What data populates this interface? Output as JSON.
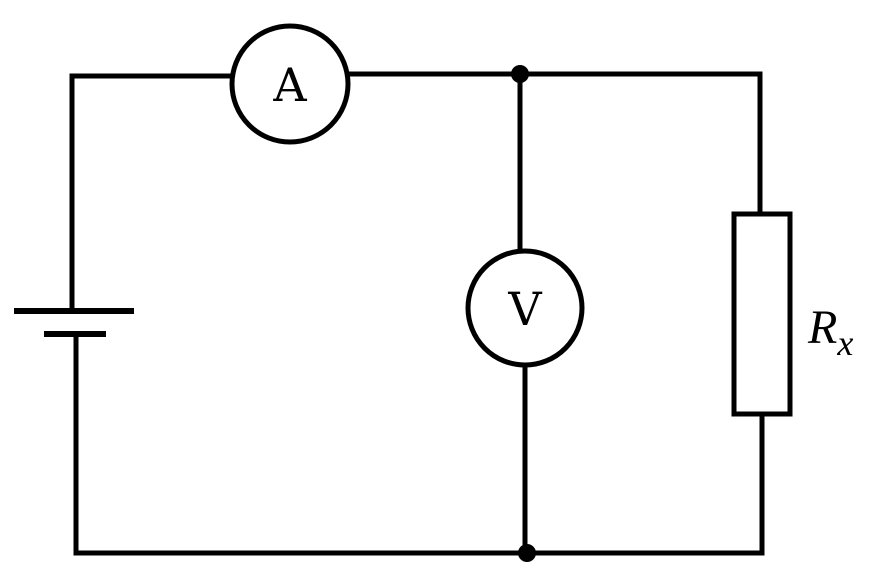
{
  "diagram": {
    "type": "circuit",
    "ammeter": {
      "label": "A"
    },
    "voltmeter": {
      "label": "V"
    },
    "resistor": {
      "symbol": "R",
      "subscript": "x"
    },
    "battery": {
      "label": ""
    },
    "colors": {
      "line": "#000000",
      "background": "#ffffff"
    }
  }
}
